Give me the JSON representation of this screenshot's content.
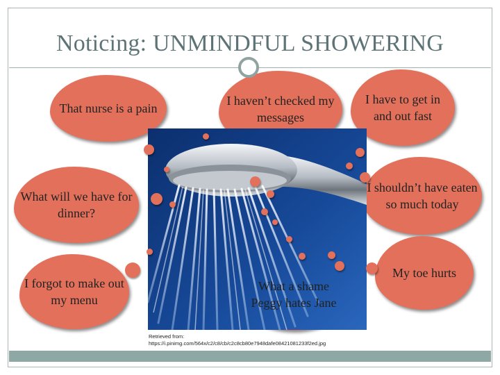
{
  "slide": {
    "title": "Noticing: UNMINDFUL SHOWERING",
    "credit_line1": "Retrieved from:",
    "credit_line2": "https://i.pinimg.com/564x/c2/c8/cb/c2c8cb80e7948dafe08421081233f2ed.jpg"
  },
  "thoughts": [
    {
      "text": "That nurse is a pain"
    },
    {
      "text": "I haven’t checked my messages"
    },
    {
      "text": "I have to get in and out fast"
    },
    {
      "text": "What will we have for dinner?"
    },
    {
      "text": "I shouldn’t have eaten so much today"
    },
    {
      "text": "I forgot to make out my menu"
    },
    {
      "text": "What a shame Peggy hates Jane"
    },
    {
      "text": "My toe hurts"
    }
  ],
  "colors": {
    "cloud_fill": "#e2705b",
    "title_text": "#5d7376",
    "accent_bar": "#8ea8a5"
  },
  "icons": {
    "image": "shower-head-image"
  }
}
